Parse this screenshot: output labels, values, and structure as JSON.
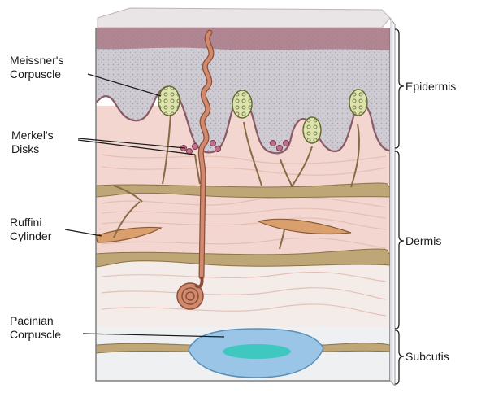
{
  "labels": {
    "meissner": {
      "line1": "Meissner's",
      "line2": "Corpuscle"
    },
    "merkel": {
      "line1": "Merkel's",
      "line2": "Disks"
    },
    "ruffini": {
      "line1": "Ruffini",
      "line2": "Cylinder"
    },
    "pacinian": {
      "line1": "Pacinian",
      "line2": "Corpuscle"
    }
  },
  "layers": {
    "epidermis": "Epidermis",
    "dermis": "Dermis",
    "subcutis": "Subcutis"
  },
  "colors": {
    "epidermis_top": "#a97a86",
    "epidermis_body": "#c9c4cb",
    "dermis": "#f2d6cf",
    "fiber_band": "#b8a072",
    "nerve": "#d28a6e",
    "nerve_outline": "#8a4f3a",
    "corpuscle": "#dfe3b0",
    "pacinian_outer": "#9ac5e6",
    "pacinian_inner": "#3fc8c0",
    "subcutis": "#eef0f2"
  }
}
